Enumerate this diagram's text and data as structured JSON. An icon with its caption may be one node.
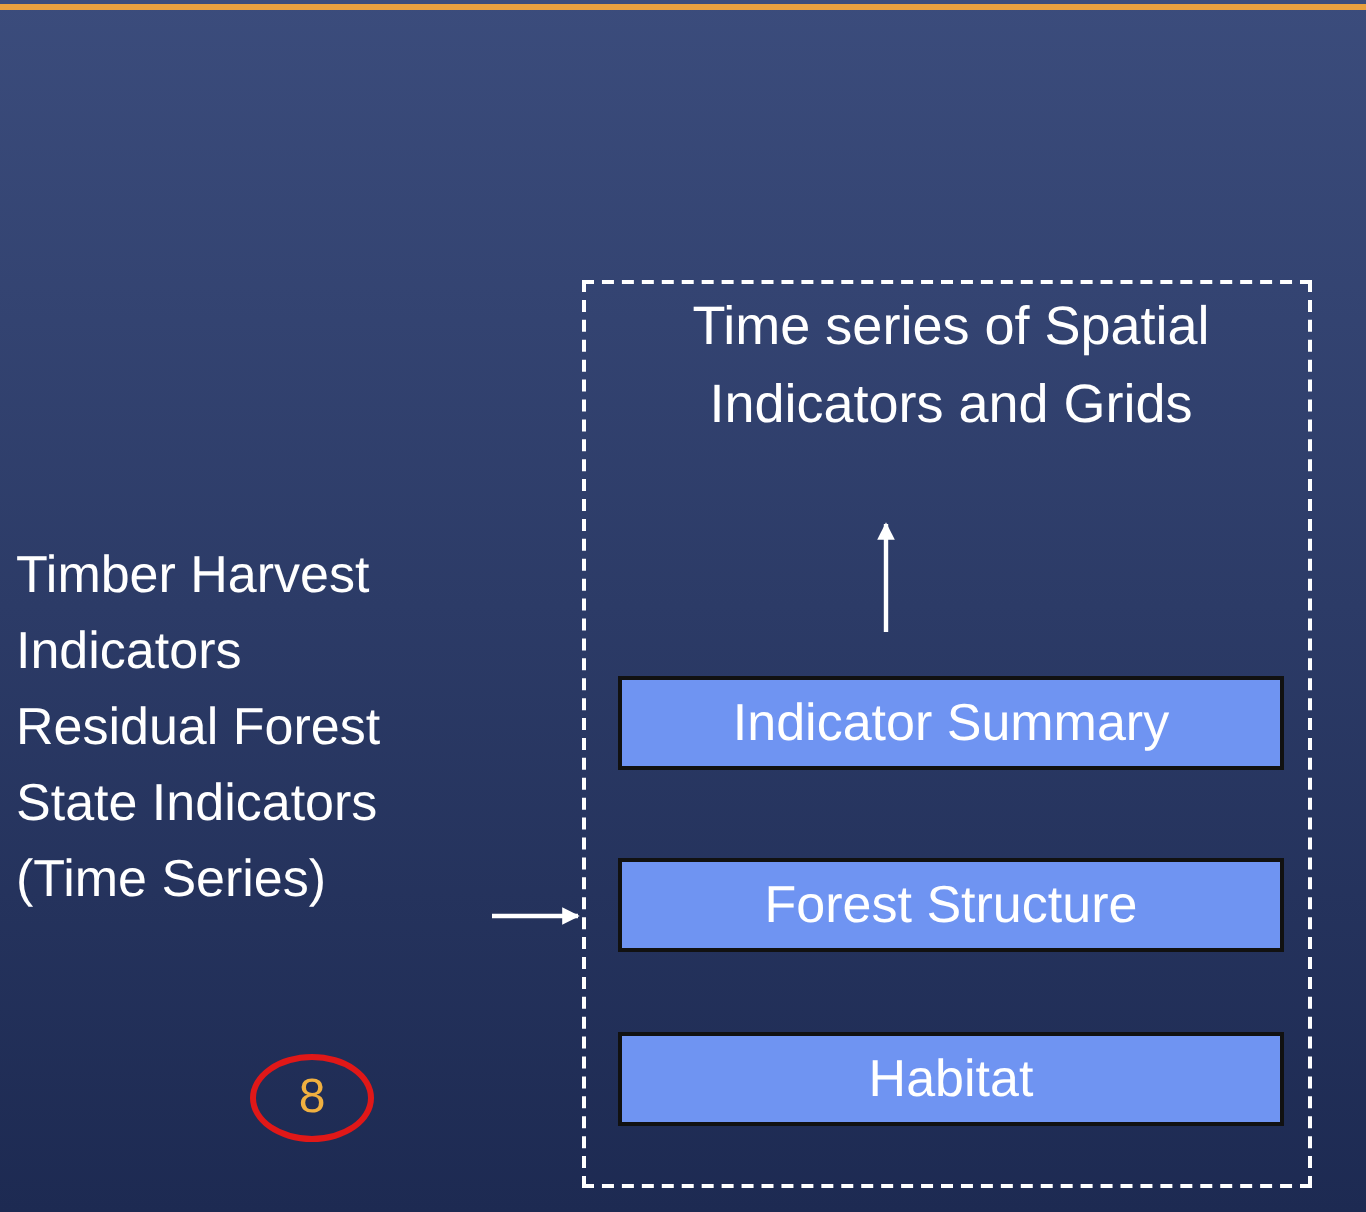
{
  "diagram": {
    "nodes": [
      {
        "text": [],
        "shape": "box"
      },
      {
        "text": [
          "Time series of Spatial Indicators and Grids"
        ],
        "in": 0
      },
      {
        "text": [
          "Indicator Summary"
        ],
        "in": 0
      },
      {
        "text": [
          "Forest Structure"
        ],
        "in": 0
      },
      {
        "text": [
          "Habitat"
        ],
        "in": 0
      },
      {
        "text": [
          "Timber Harvest Indicators",
          "Residual Forest State Indicators (Time Series)"
        ]
      },
      {
        "text": [
          "8"
        ]
      }
    ],
    "edges": [
      {
        "from": 2,
        "to": 1,
        "arrow": "to"
      },
      {
        "from": 5,
        "to": 0,
        "arrow": "to"
      }
    ]
  }
}
